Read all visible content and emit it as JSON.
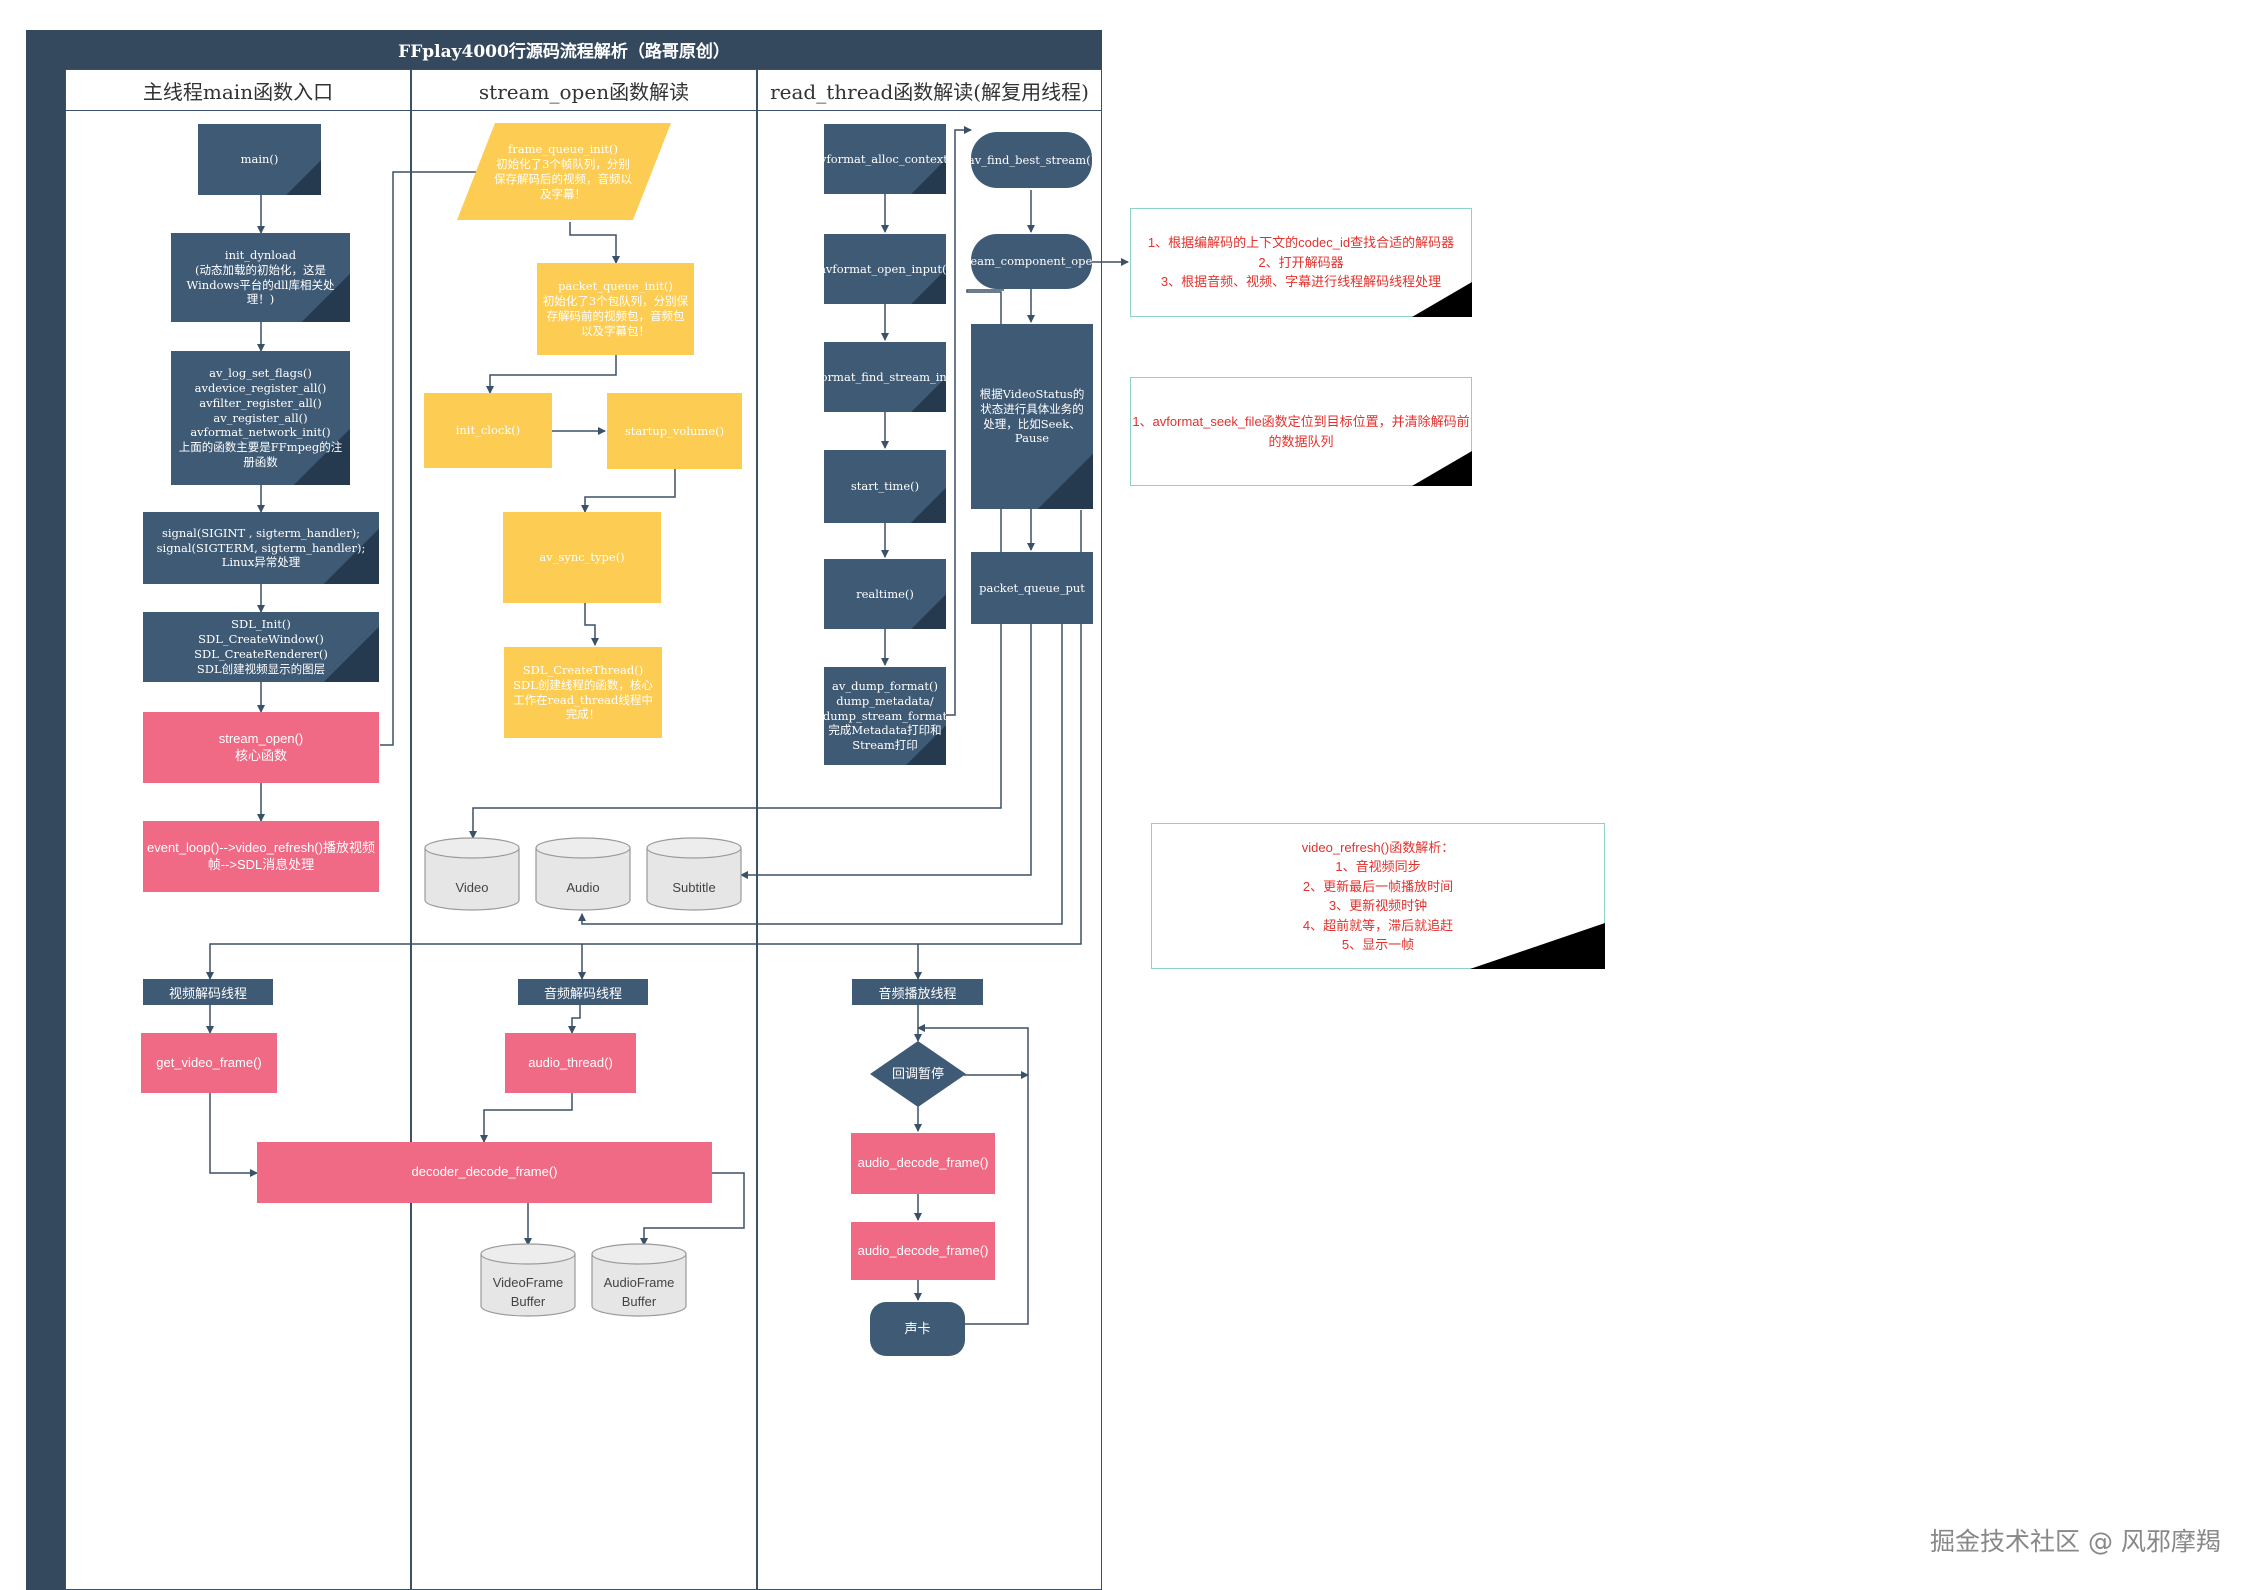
{
  "title": "FFplay4000行源码流程解析（路哥原创）",
  "lanes": {
    "main": "主线程main函数入口",
    "stream_open": "stream_open函数解读",
    "read_thread": "read_thread函数解读(解复用线程)"
  },
  "nodes": {
    "main": "main()",
    "init_dynload": "init_dynload\n(动态加载的初始化，这是Windows平台的dll库相关处理！)",
    "av_log": "av_log_set_flags()\navdevice_register_all()\navfilter_register_all()\nav_register_all()\navformat_network_init()\n上面的函数主要是FFmpeg的注册函数",
    "signal": "signal(SIGINT , sigterm_handler);\nsignal(SIGTERM, sigterm_handler);\nLinux异常处理",
    "sdl": "SDL_Init()\nSDL_CreateWindow()\nSDL_CreateRenderer()\nSDL创建视频显示的图层",
    "stream_open": "stream_open()\n核心函数",
    "event_loop": "event_loop()-->video_refresh()播放视频帧-->SDL消息处理",
    "frame_queue": "frame_queue_init()\n初始化了3个帧队列，分别保存解码后的视频，音频以及字幕！",
    "packet_queue": "packet_queue_init()\n初始化了3个包队列，分别保存解码前的视频包，音频包以及字幕包！",
    "init_clock": "init_clock()",
    "startup_volume": "startup_volume()",
    "av_sync_type": "av_sync_type()",
    "sdl_create_thread": "SDL_CreateThread()\nSDL创建线程的函数，核心工作在read_thread线程中完成！",
    "alloc_context": "avformat_alloc_context()",
    "open_input": "avformat_open_input()",
    "find_stream_info": "avformat_find_stream_info()",
    "start_time": "start_time()",
    "realtime": "realtime()",
    "dump_format": "av_dump_format()\ndump_metadata/\ndump_stream_format完成Metadata打印和Stream打印",
    "find_best_stream": "av_find_best_stream()",
    "stream_component_open": "stream_component_open()",
    "videostatus": "根据VideoStatus的状态进行具体业务的处理，比如Seek、Pause",
    "packet_queue_put": "packet_queue_put",
    "video_decode_thread": "视频解码线程",
    "audio_decode_thread": "音频解码线程",
    "audio_play_thread": "音频播放线程",
    "get_video_frame": "get_video_frame()",
    "audio_thread": "audio_thread()",
    "decoder_decode_frame": "decoder_decode_frame()",
    "loop_pause": "回调暂停",
    "audio_decode_frame_1": "audio_decode_frame()",
    "audio_decode_frame_2": "audio_decode_frame()",
    "sound_card": "声卡"
  },
  "cylinders": {
    "video": "Video",
    "audio": "Audio",
    "subtitle": "Subtitle",
    "video_frame_buffer": [
      "VideoFrame",
      "Buffer"
    ],
    "audio_frame_buffer": [
      "AudioFrame",
      "Buffer"
    ]
  },
  "notes": {
    "stream_component_note": "1、根据编解码的上下文的codec_id查找合适的解码器\n2、打开解码器\n3、根据音频、视频、字幕进行线程解码线程处理",
    "seek_note": "1、avformat_seek_file函数定位到目标位置，并清除解码前的数据队列",
    "video_refresh_note": "video_refresh()函数解析：\n1、音视频同步\n2、更新最后一帧播放时间\n3、更新视频时钟\n4、超前就等，滞后就追赶\n5、显示一帧"
  },
  "watermark": "掘金技术社区 @ 风邪摩羯",
  "colors": {
    "navy": "#3f5a75",
    "yellow": "#fdcc52",
    "pink": "#f06a86",
    "line": "#3b5167",
    "note_text": "#e2312c",
    "note_border": "#8fd0c8"
  }
}
